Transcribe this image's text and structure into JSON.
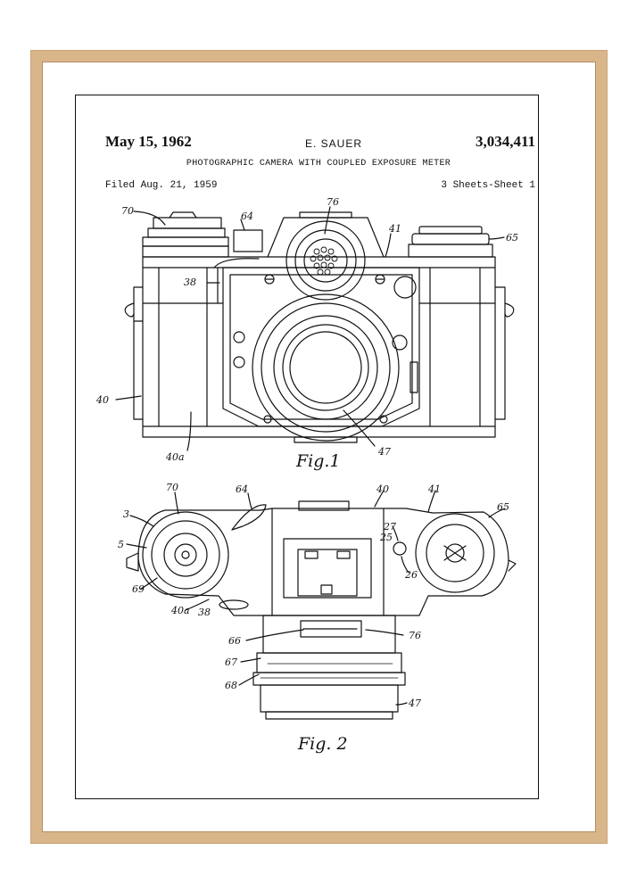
{
  "header": {
    "date": "May 15, 1962",
    "inventor": "E. SAUER",
    "patent_number": "3,034,411",
    "title": "PHOTOGRAPHIC CAMERA WITH COUPLED EXPOSURE METER",
    "filed": "Filed Aug. 21, 1959",
    "sheets": "3 Sheets-Sheet 1"
  },
  "figures": {
    "fig1_caption": "Fig.1",
    "fig2_caption": "Fig. 2"
  },
  "fig1_labels": {
    "l70": "70",
    "l64": "64",
    "l76": "76",
    "l41": "41",
    "l65": "65",
    "l38": "38",
    "l40": "40",
    "l40a": "40a",
    "l47": "47"
  },
  "fig2_labels": {
    "l70": "70",
    "l64": "64",
    "l40": "40",
    "l41": "41",
    "l65": "65",
    "l3": "3",
    "l5": "5",
    "l69": "69",
    "l40a": "40a",
    "l38": "38",
    "l27": "27",
    "l25": "25",
    "l26": "26",
    "l66": "66",
    "l76": "76",
    "l67": "67",
    "l68": "68",
    "l47": "47"
  },
  "colors": {
    "frame_wood": "#d9b68a",
    "ink": "#111111",
    "paper": "#ffffff"
  }
}
